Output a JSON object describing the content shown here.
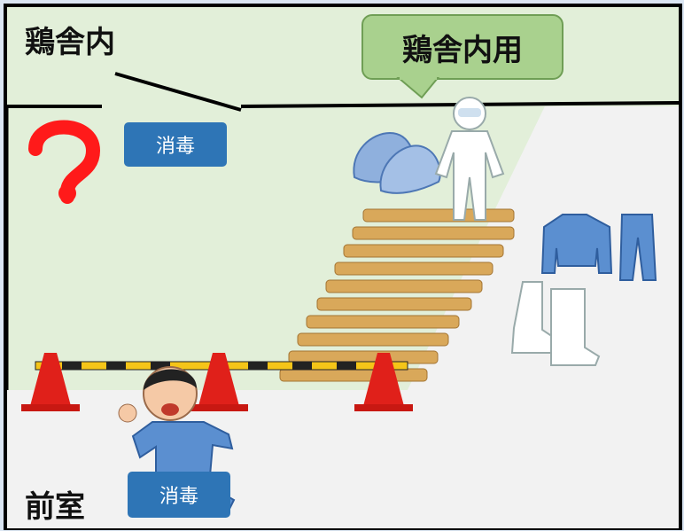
{
  "labels": {
    "coop": "鶏舎内",
    "anteroom": "前室",
    "callout": "鶏舎内用",
    "question": "?",
    "disinfect_top": "消毒",
    "disinfect_bottom": "消毒"
  },
  "colors": {
    "coop_floor": "#e2efd9",
    "anteroom_floor": "#f2f2f2",
    "callout_fill": "#a9d18e",
    "badge": "#2e75b6",
    "question": "#ff1a1a",
    "cone": "#e0201a",
    "pallet": "#d9a85a",
    "workwear": "#5b8fd0"
  },
  "icons": [
    "question-mark-icon",
    "traffic-cone-icon",
    "barrier-bar-icon",
    "pallet-icon",
    "protective-suit-icon",
    "blue-shoes-icon",
    "work-jacket-icon",
    "work-pants-icon",
    "white-boots-icon",
    "running-worker-icon"
  ]
}
